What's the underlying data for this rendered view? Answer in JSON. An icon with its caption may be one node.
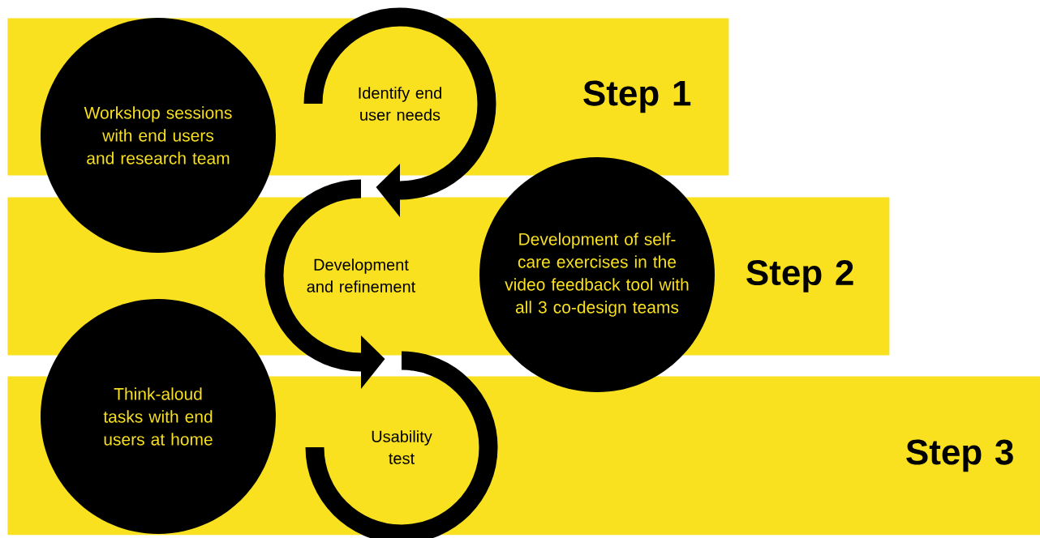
{
  "diagram": {
    "nodes": [
      {
        "text": [
          "Step 1"
        ]
      },
      {
        "text": [
          "Workshop sessions with end users and research team"
        ]
      },
      {
        "text": [
          "Identify end user needs"
        ],
        "in": 0
      },
      {
        "text": [
          "Step 2"
        ]
      },
      {
        "text": [
          "Development and refinement"
        ],
        "in": 3
      },
      {
        "text": [
          "Development of self-care exercises in the video feedback tool with all 3 co-design teams"
        ]
      },
      {
        "text": [
          "Step 3"
        ]
      },
      {
        "text": [
          "Think-aloud tasks with end users at home"
        ]
      },
      {
        "text": [
          "Usability test"
        ],
        "in": 6
      }
    ]
  }
}
